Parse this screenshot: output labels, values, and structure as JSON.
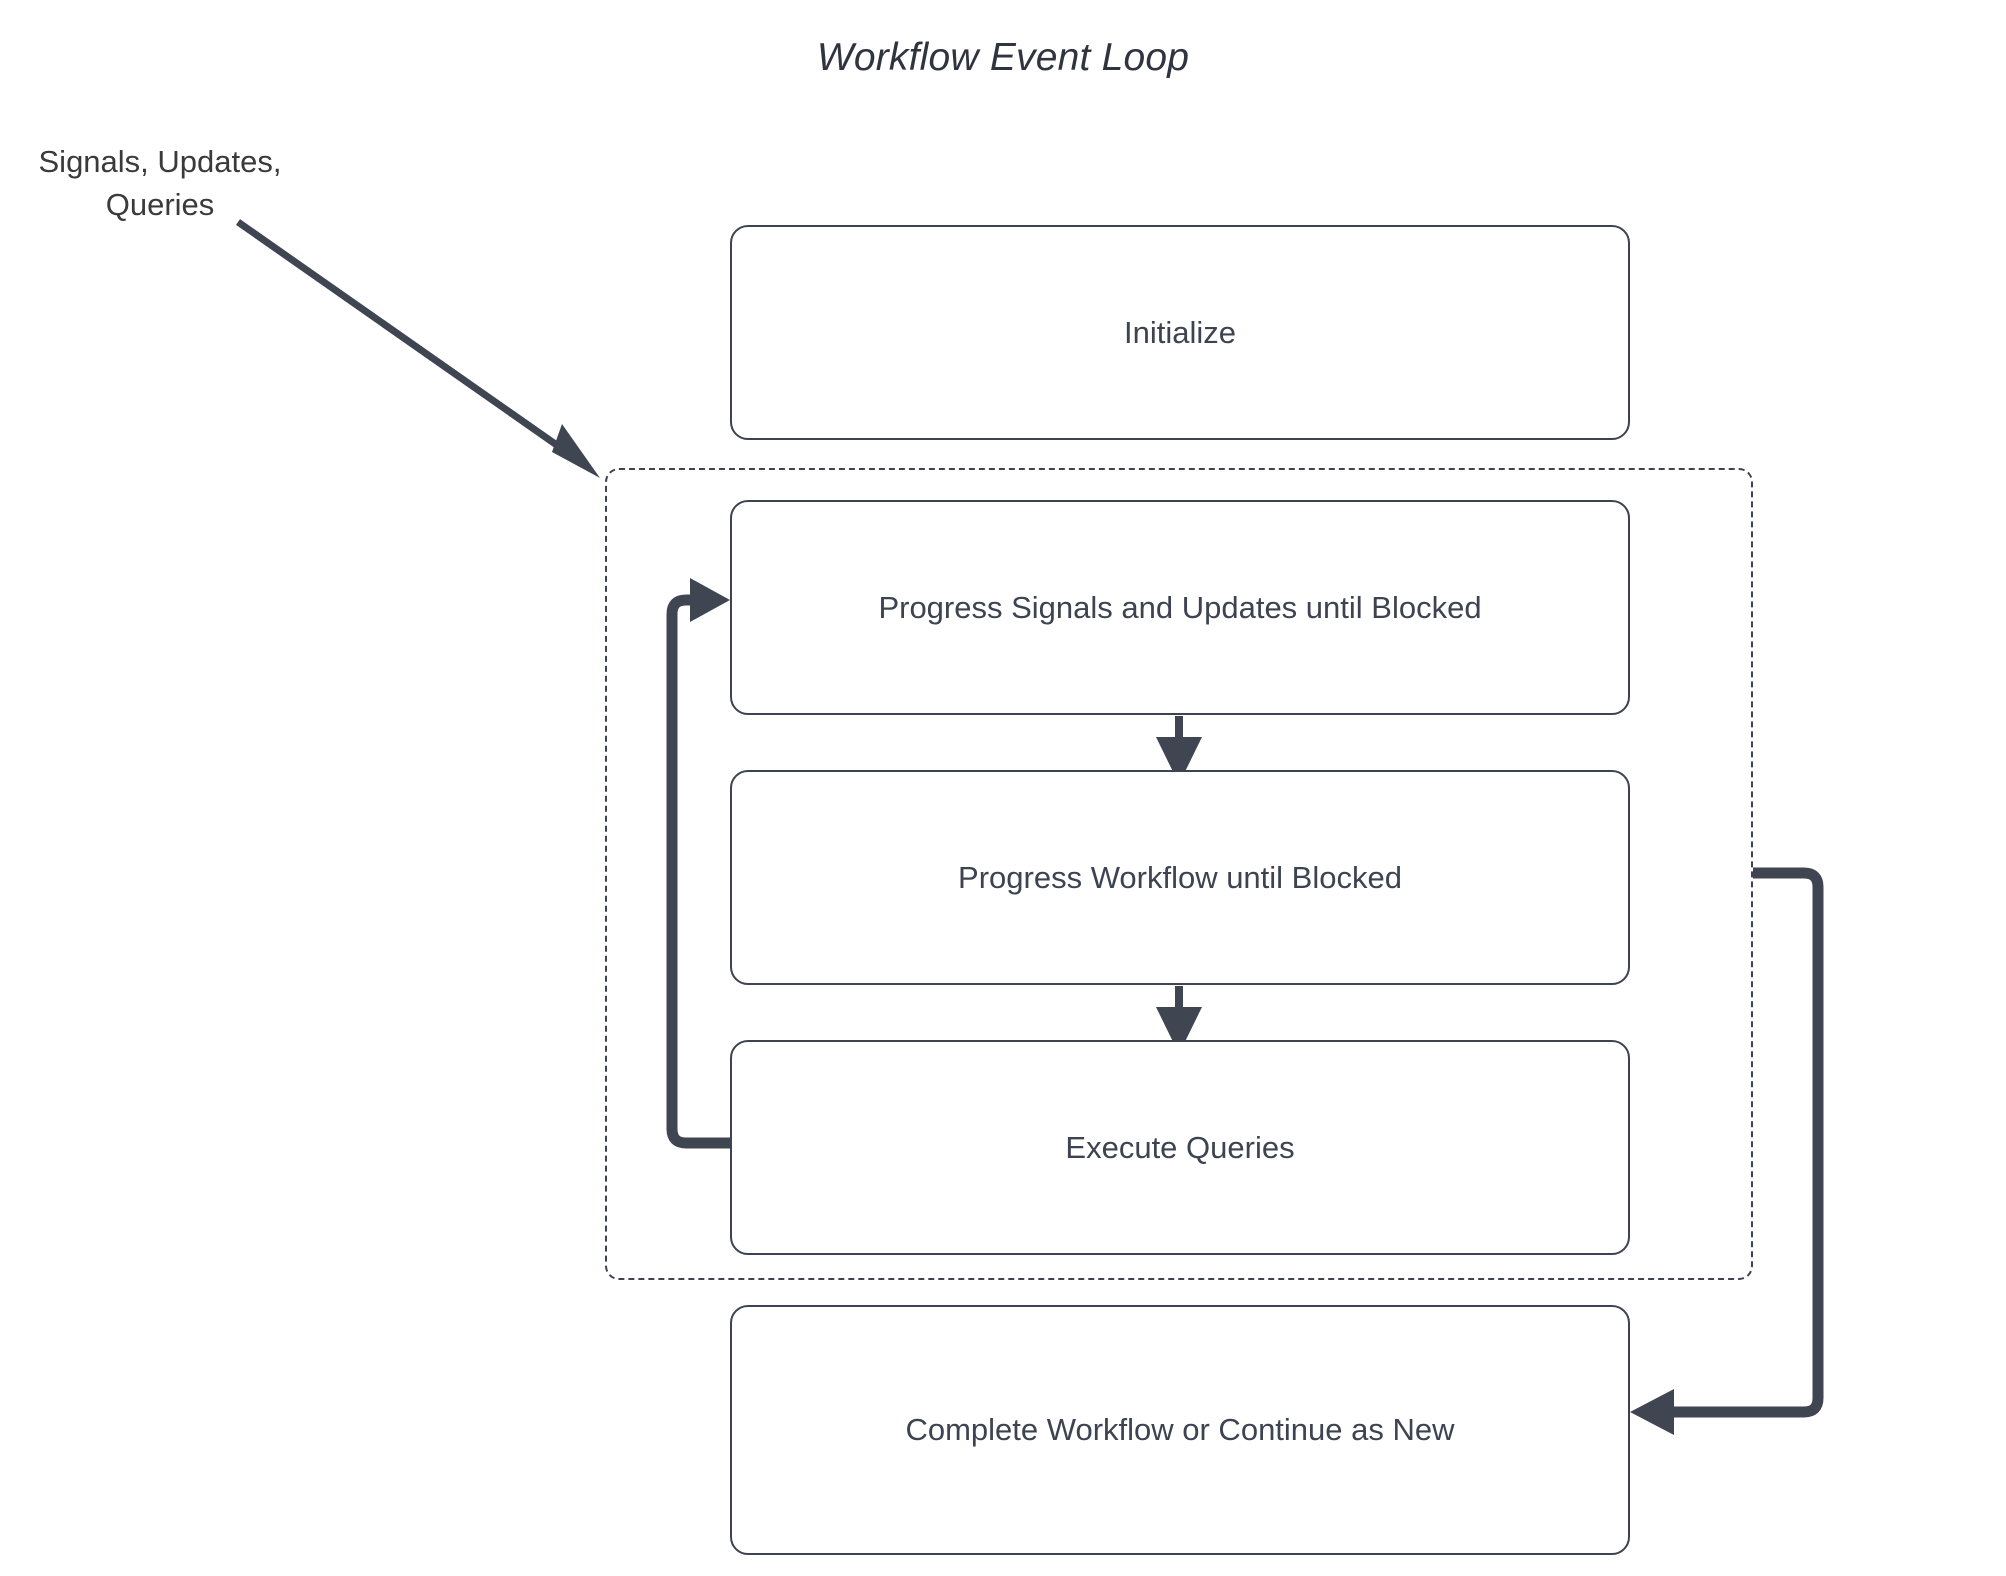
{
  "diagram": {
    "title": "Workflow Event Loop",
    "input_label": "Signals, Updates,\nQueries",
    "colors": {
      "stroke": "#3d4350",
      "thick_connector": "#3f4551",
      "text": "#3d4350",
      "background": "#ffffff"
    },
    "nodes": [
      {
        "id": "initialize",
        "label": "Initialize"
      },
      {
        "id": "progress-signals",
        "label": "Progress Signals and Updates until Blocked"
      },
      {
        "id": "progress-workflow",
        "label": "Progress Workflow until Blocked"
      },
      {
        "id": "execute-queries",
        "label": "Execute Queries"
      },
      {
        "id": "complete-workflow",
        "label": "Complete Workflow or Continue as New"
      }
    ],
    "group": {
      "id": "event-loop-group",
      "style": "dashed"
    },
    "edges": [
      {
        "id": "external-input",
        "from": "Signals, Updates, Queries",
        "to": "event-loop-group",
        "style": "diagonal-arrow"
      },
      {
        "id": "signals-to-workflow",
        "from": "progress-signals",
        "to": "progress-workflow",
        "style": "vertical-arrow"
      },
      {
        "id": "workflow-to-queries",
        "from": "progress-workflow",
        "to": "execute-queries",
        "style": "vertical-arrow"
      },
      {
        "id": "loop-back",
        "from": "execute-queries",
        "to": "progress-signals",
        "style": "thick-left-loop"
      },
      {
        "id": "exit-loop",
        "from": "event-loop-group",
        "to": "complete-workflow",
        "style": "thick-right-loop"
      }
    ]
  }
}
